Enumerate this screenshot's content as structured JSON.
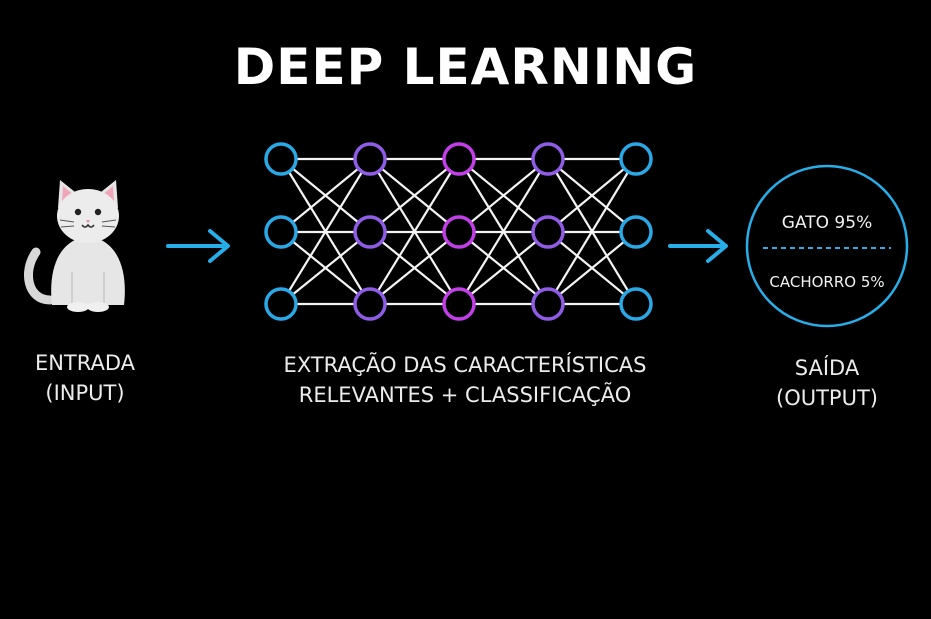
{
  "title": "DEEP LEARNING",
  "input": {
    "line1": "ENTRADA",
    "line2": "(INPUT)",
    "image": "cat-icon"
  },
  "middle": {
    "line1": "EXTRAÇÃO DAS CARACTERÍSTICAS",
    "line2": "RELEVANTES + CLASSIFICAÇÃO"
  },
  "output": {
    "line1": "SAÍDA",
    "line2": "(OUTPUT)",
    "class1": "GATO 95%",
    "class2": "CACHORRO 5%"
  },
  "network": {
    "layers": 5,
    "nodes_per_layer": 3,
    "layer_colors": [
      "#2aa8e6",
      "#8e5ce6",
      "#c23ee8",
      "#8e5ce6",
      "#2aa8e6"
    ]
  },
  "colors": {
    "accent": "#27aee8",
    "background": "#000000",
    "text": "#f2f2f2"
  }
}
